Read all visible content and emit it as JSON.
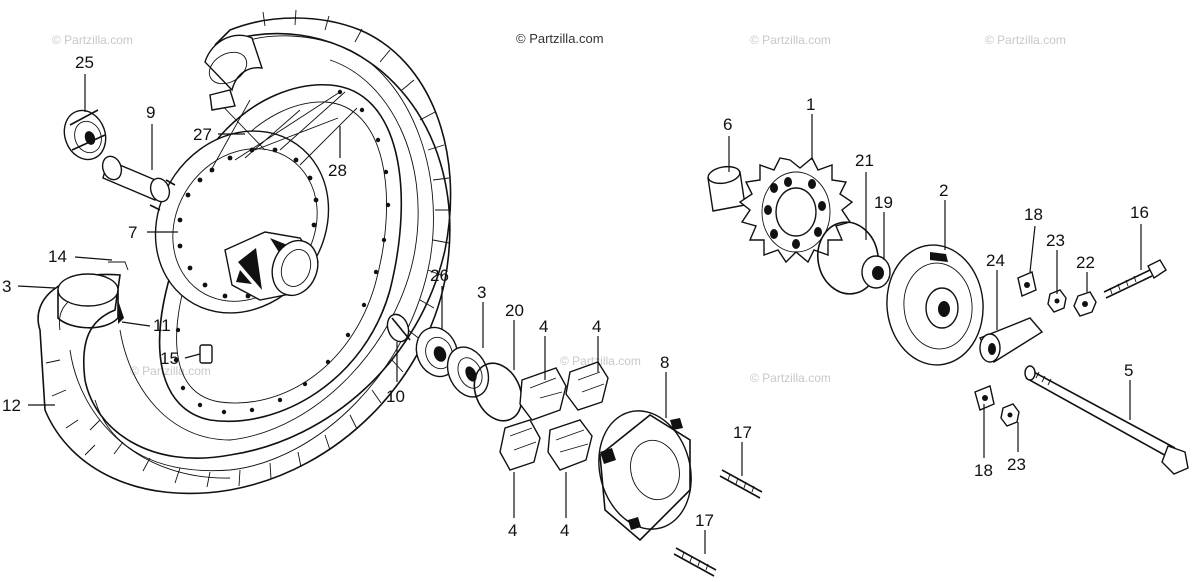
{
  "watermarks": {
    "main": "© Partzilla.com",
    "faint": "© Partzilla.com"
  },
  "callouts": {
    "c1": "1",
    "c2": "2",
    "c3a": "3",
    "c3b": "3",
    "c4a": "4",
    "c4b": "4",
    "c4c": "4",
    "c4d": "4",
    "c5": "5",
    "c6": "6",
    "c7": "7",
    "c8": "8",
    "c9": "9",
    "c10": "10",
    "c11": "11",
    "c12": "12",
    "c14": "14",
    "c15": "15",
    "c16": "16",
    "c17a": "17",
    "c17b": "17",
    "c18a": "18",
    "c18b": "18",
    "c19": "19",
    "c20": "20",
    "c21": "21",
    "c22": "22",
    "c23a": "23",
    "c23b": "23",
    "c24": "24",
    "c25": "25",
    "c26": "26",
    "c27": "27",
    "c28": "28"
  }
}
